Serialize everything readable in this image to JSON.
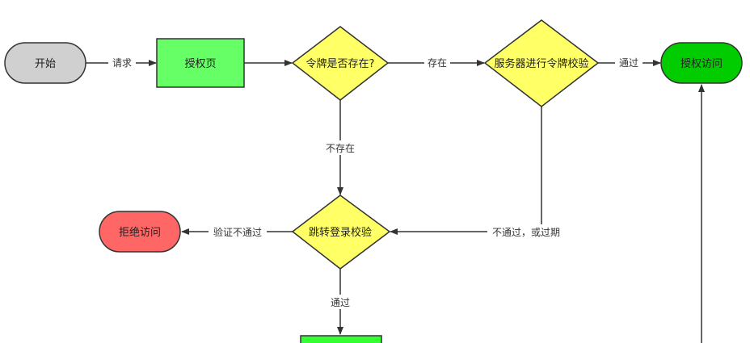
{
  "nodes": {
    "start": "开始",
    "auth_page": "授权页",
    "token_exists": "令牌是否存在?",
    "server_verify": "服务器进行令牌校验",
    "grant": "授权访问",
    "login_check": "跳转登录校验",
    "reject": "拒绝访问"
  },
  "edges": {
    "request": "请求",
    "exists": "存在",
    "pass": "通过",
    "not_exists": "不存在",
    "fail_or_expired": "不通过，或过期",
    "verify_fail": "验证不通过",
    "pass_down": "通过"
  },
  "colors": {
    "start_fill": "#d0d0d0",
    "auth_page_fill": "#66ff66",
    "decision_fill": "#ffff66",
    "grant_fill": "#00cc00",
    "reject_fill": "#ff6666",
    "bottom_box_fill": "#33ff33",
    "stroke": "#333333"
  }
}
